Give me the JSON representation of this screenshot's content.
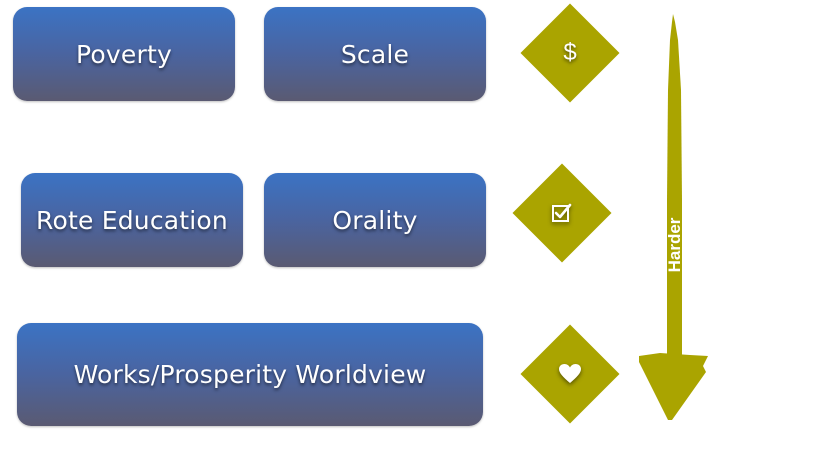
{
  "slide": {
    "boxes": [
      {
        "label": "Poverty"
      },
      {
        "label": "Scale"
      },
      {
        "label": "Rote Education"
      },
      {
        "label": "Orality"
      },
      {
        "label": "Works/Prosperity Worldview"
      }
    ],
    "markers": [
      {
        "icon": "dollar-icon",
        "glyph": "$"
      },
      {
        "icon": "checkbox-icon",
        "glyph": "☑"
      },
      {
        "icon": "heart-icon",
        "glyph": "❤"
      }
    ],
    "arrow": {
      "label": "Harder",
      "direction": "down"
    },
    "colors": {
      "box_top": "#3b73c4",
      "box_bottom": "#5a5a72",
      "accent": "#aaa400",
      "text": "#ffffff"
    }
  }
}
